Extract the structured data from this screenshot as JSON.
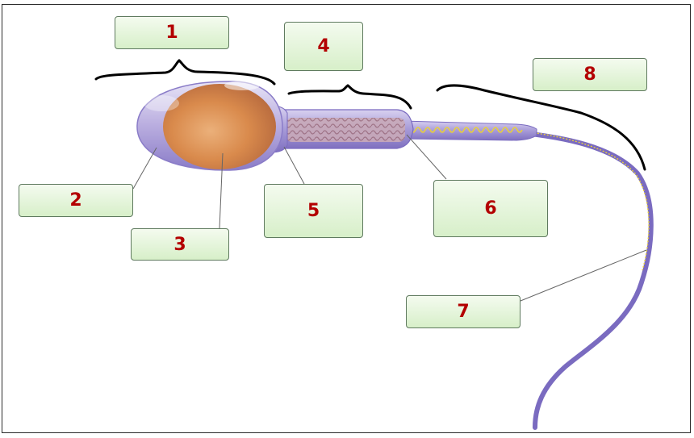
{
  "diagram": {
    "labels": [
      {
        "id": "1",
        "text": "1"
      },
      {
        "id": "2",
        "text": "2"
      },
      {
        "id": "3",
        "text": "3"
      },
      {
        "id": "4",
        "text": "4"
      },
      {
        "id": "5",
        "text": "5"
      },
      {
        "id": "6",
        "text": "6"
      },
      {
        "id": "7",
        "text": "7"
      },
      {
        "id": "8",
        "text": "8"
      }
    ]
  },
  "colors": {
    "label_text": "#b30000",
    "label_fill_top": "#f4fbef",
    "label_fill_bottom": "#d7efc9",
    "label_border": "#5f7a5f",
    "bracket": "#000000",
    "leader_line": "#666666",
    "cell_membrane": "#8a7cc8",
    "nucleus": "#d9894a",
    "flagellum": "#7a6bc0",
    "mitochondria_helix": "#e8cf3a"
  },
  "icons": [
    "sperm-cell-illustration"
  ]
}
